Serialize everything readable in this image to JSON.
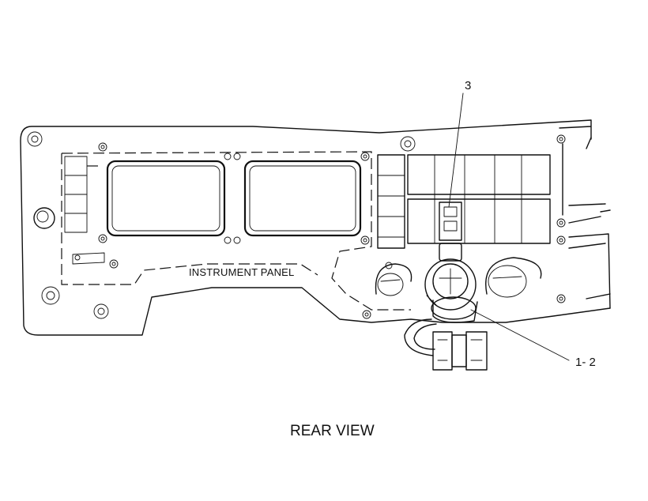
{
  "figure": {
    "view_caption": "REAR VIEW",
    "panel_label": "INSTRUMENT PANEL",
    "callouts": [
      {
        "id": "3",
        "text": "3"
      },
      {
        "id": "1-2",
        "text": "1- 2"
      }
    ]
  },
  "colors": {
    "line": "#111111",
    "background": "#ffffff"
  }
}
